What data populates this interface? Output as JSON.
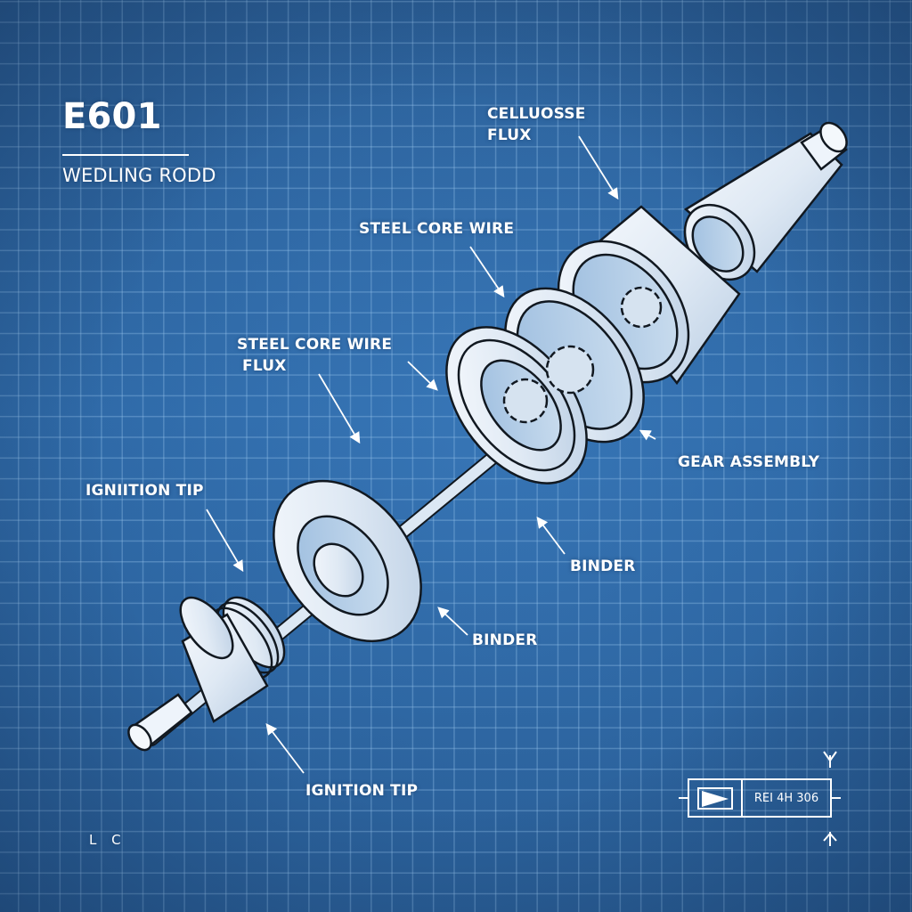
{
  "diagram": {
    "title": "E601",
    "subtitle": "WEDLING RODD",
    "colors": {
      "background": "#2f67a3",
      "grid_line": "#7fb0e0",
      "ink": "#ffffff",
      "part_fill": "#e4edf7",
      "part_outline": "#111820"
    },
    "callouts": [
      {
        "id": "cellulose-flux",
        "text": "CELLUOSSE\nFLUX",
        "line1": "CELLUOSSE",
        "line2": "FLUX"
      },
      {
        "id": "steel-core-wire-top",
        "text": "STEEL CORE WIRE"
      },
      {
        "id": "steel-core-wire-flux",
        "line1": "STEEL CORE WIRE",
        "line2": "FLUX"
      },
      {
        "id": "ignition-tip-top",
        "text": "IGNIITION TIP"
      },
      {
        "id": "gear-assembly",
        "text": "GEAR ASSEMBLY"
      },
      {
        "id": "binder-right",
        "text": "BINDER"
      },
      {
        "id": "binder-lower",
        "text": "BINDER"
      },
      {
        "id": "ignition-tip-bottom",
        "text": "IGNITION TIP"
      }
    ],
    "title_block": {
      "icon": "play-triangle-icon",
      "code": "REI 4H 306"
    },
    "corner_mark": "L C"
  }
}
